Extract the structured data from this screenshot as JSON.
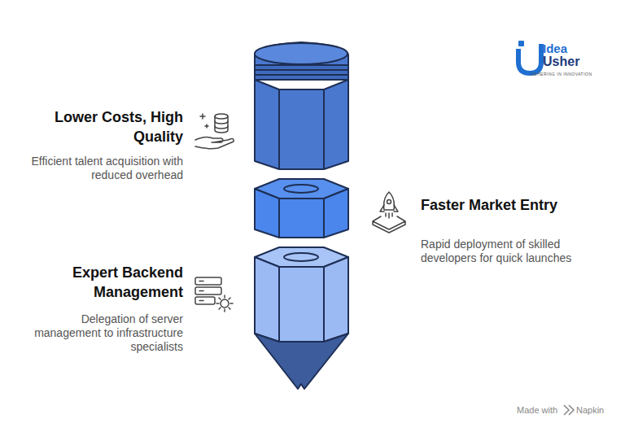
{
  "diagram": {
    "labels": [
      "Lower Costs, High Quality",
      "Efficient talent acquisition with reduced overhead",
      "Faster Market Entry",
      "Rapid deployment of skilled developers for quick launches",
      "Expert Backend Management",
      "Delegation of server management to infrastructure specialists",
      "Idea",
      "Usher",
      "USHERING IN INNOVATION",
      "Made with",
      "Napkin"
    ]
  }
}
